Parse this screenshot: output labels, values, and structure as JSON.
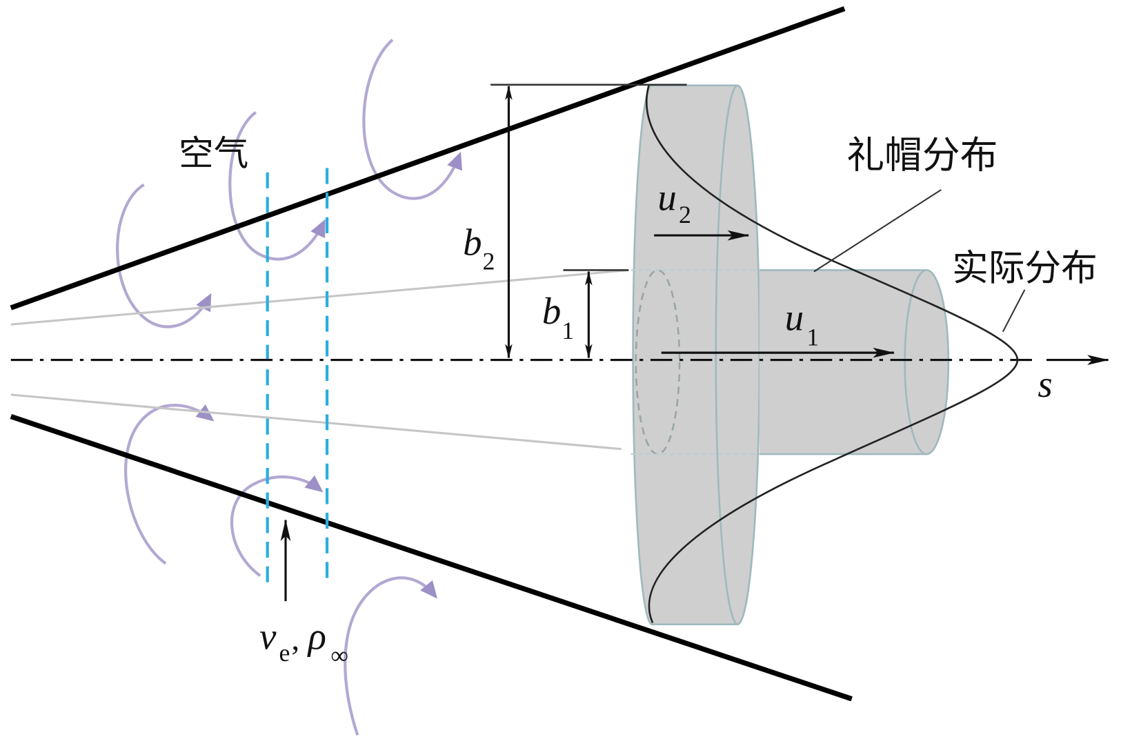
{
  "labels": {
    "air": "空气",
    "tophat": "礼帽分布",
    "actual": "实际分布"
  },
  "symbols": {
    "b2": {
      "base": "b",
      "sub": "2"
    },
    "b1": {
      "base": "b",
      "sub": "1"
    },
    "u2": {
      "base": "u",
      "sub": "2"
    },
    "u1": {
      "base": "u",
      "sub": "1"
    },
    "s": "s",
    "entrain": {
      "v": "v",
      "v_sub": "e",
      "sep": ",",
      "rho": "ρ",
      "rho_sub": "∞"
    }
  },
  "colors": {
    "boundary": "#000000",
    "entrainment_arrows": "#a99dcb",
    "control_planes": "#2aaee2",
    "cylinder_fill": "#cfcfcf",
    "cylinder_edge": "#9fb9be",
    "beam_edges": "#c6c6c6"
  }
}
